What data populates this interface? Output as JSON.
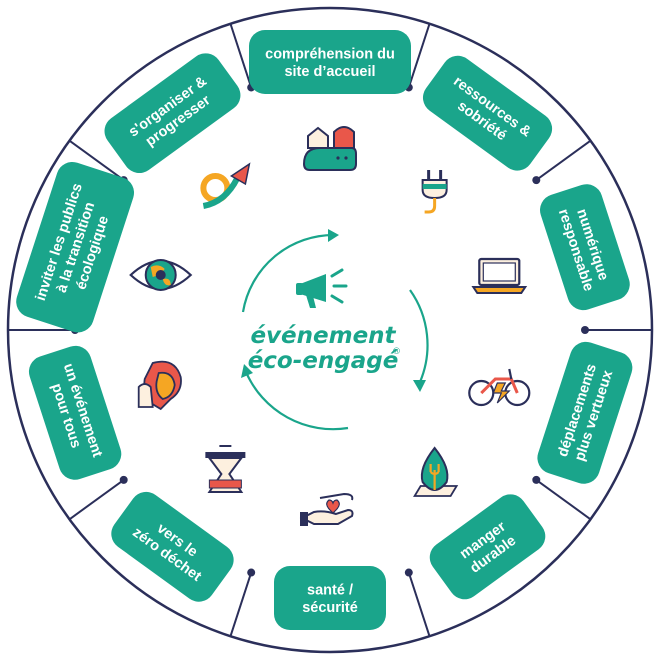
{
  "colors": {
    "teal": "#1aa58b",
    "navy": "#2b2f5a",
    "orange": "#f5a623",
    "red": "#e9574a",
    "cream": "#fdf0df"
  },
  "center": {
    "title_line1": "événement",
    "title_line2": "éco-engagé",
    "registered": "®",
    "icon": "megaphone-icon"
  },
  "segments": [
    {
      "lines": [
        "compréhension du",
        "site d’accueil"
      ],
      "icon": "building-landscape-icon"
    },
    {
      "lines": [
        "ressources &",
        "sobriété"
      ],
      "icon": "plug-icon"
    },
    {
      "lines": [
        "numérique",
        "responsable"
      ],
      "icon": "laptop-icon"
    },
    {
      "lines": [
        "déplacements",
        "plus vertueux"
      ],
      "icon": "electric-bike-icon"
    },
    {
      "lines": [
        "manger",
        "durable"
      ],
      "icon": "leaf-fork-icon"
    },
    {
      "lines": [
        "santé /",
        "sécurité"
      ],
      "icon": "hand-heart-icon"
    },
    {
      "lines": [
        "vers le",
        "zéro déchet"
      ],
      "icon": "bulk-jar-icon"
    },
    {
      "lines": [
        "un événement",
        "pour tous"
      ],
      "icon": "faces-inclusion-icon"
    },
    {
      "lines": [
        "inviter les publics",
        "à la transition",
        "écologique"
      ],
      "icon": "eye-earth-icon"
    },
    {
      "lines": [
        "s'organiser &",
        "progresser"
      ],
      "icon": "progress-arrow-icon"
    }
  ]
}
